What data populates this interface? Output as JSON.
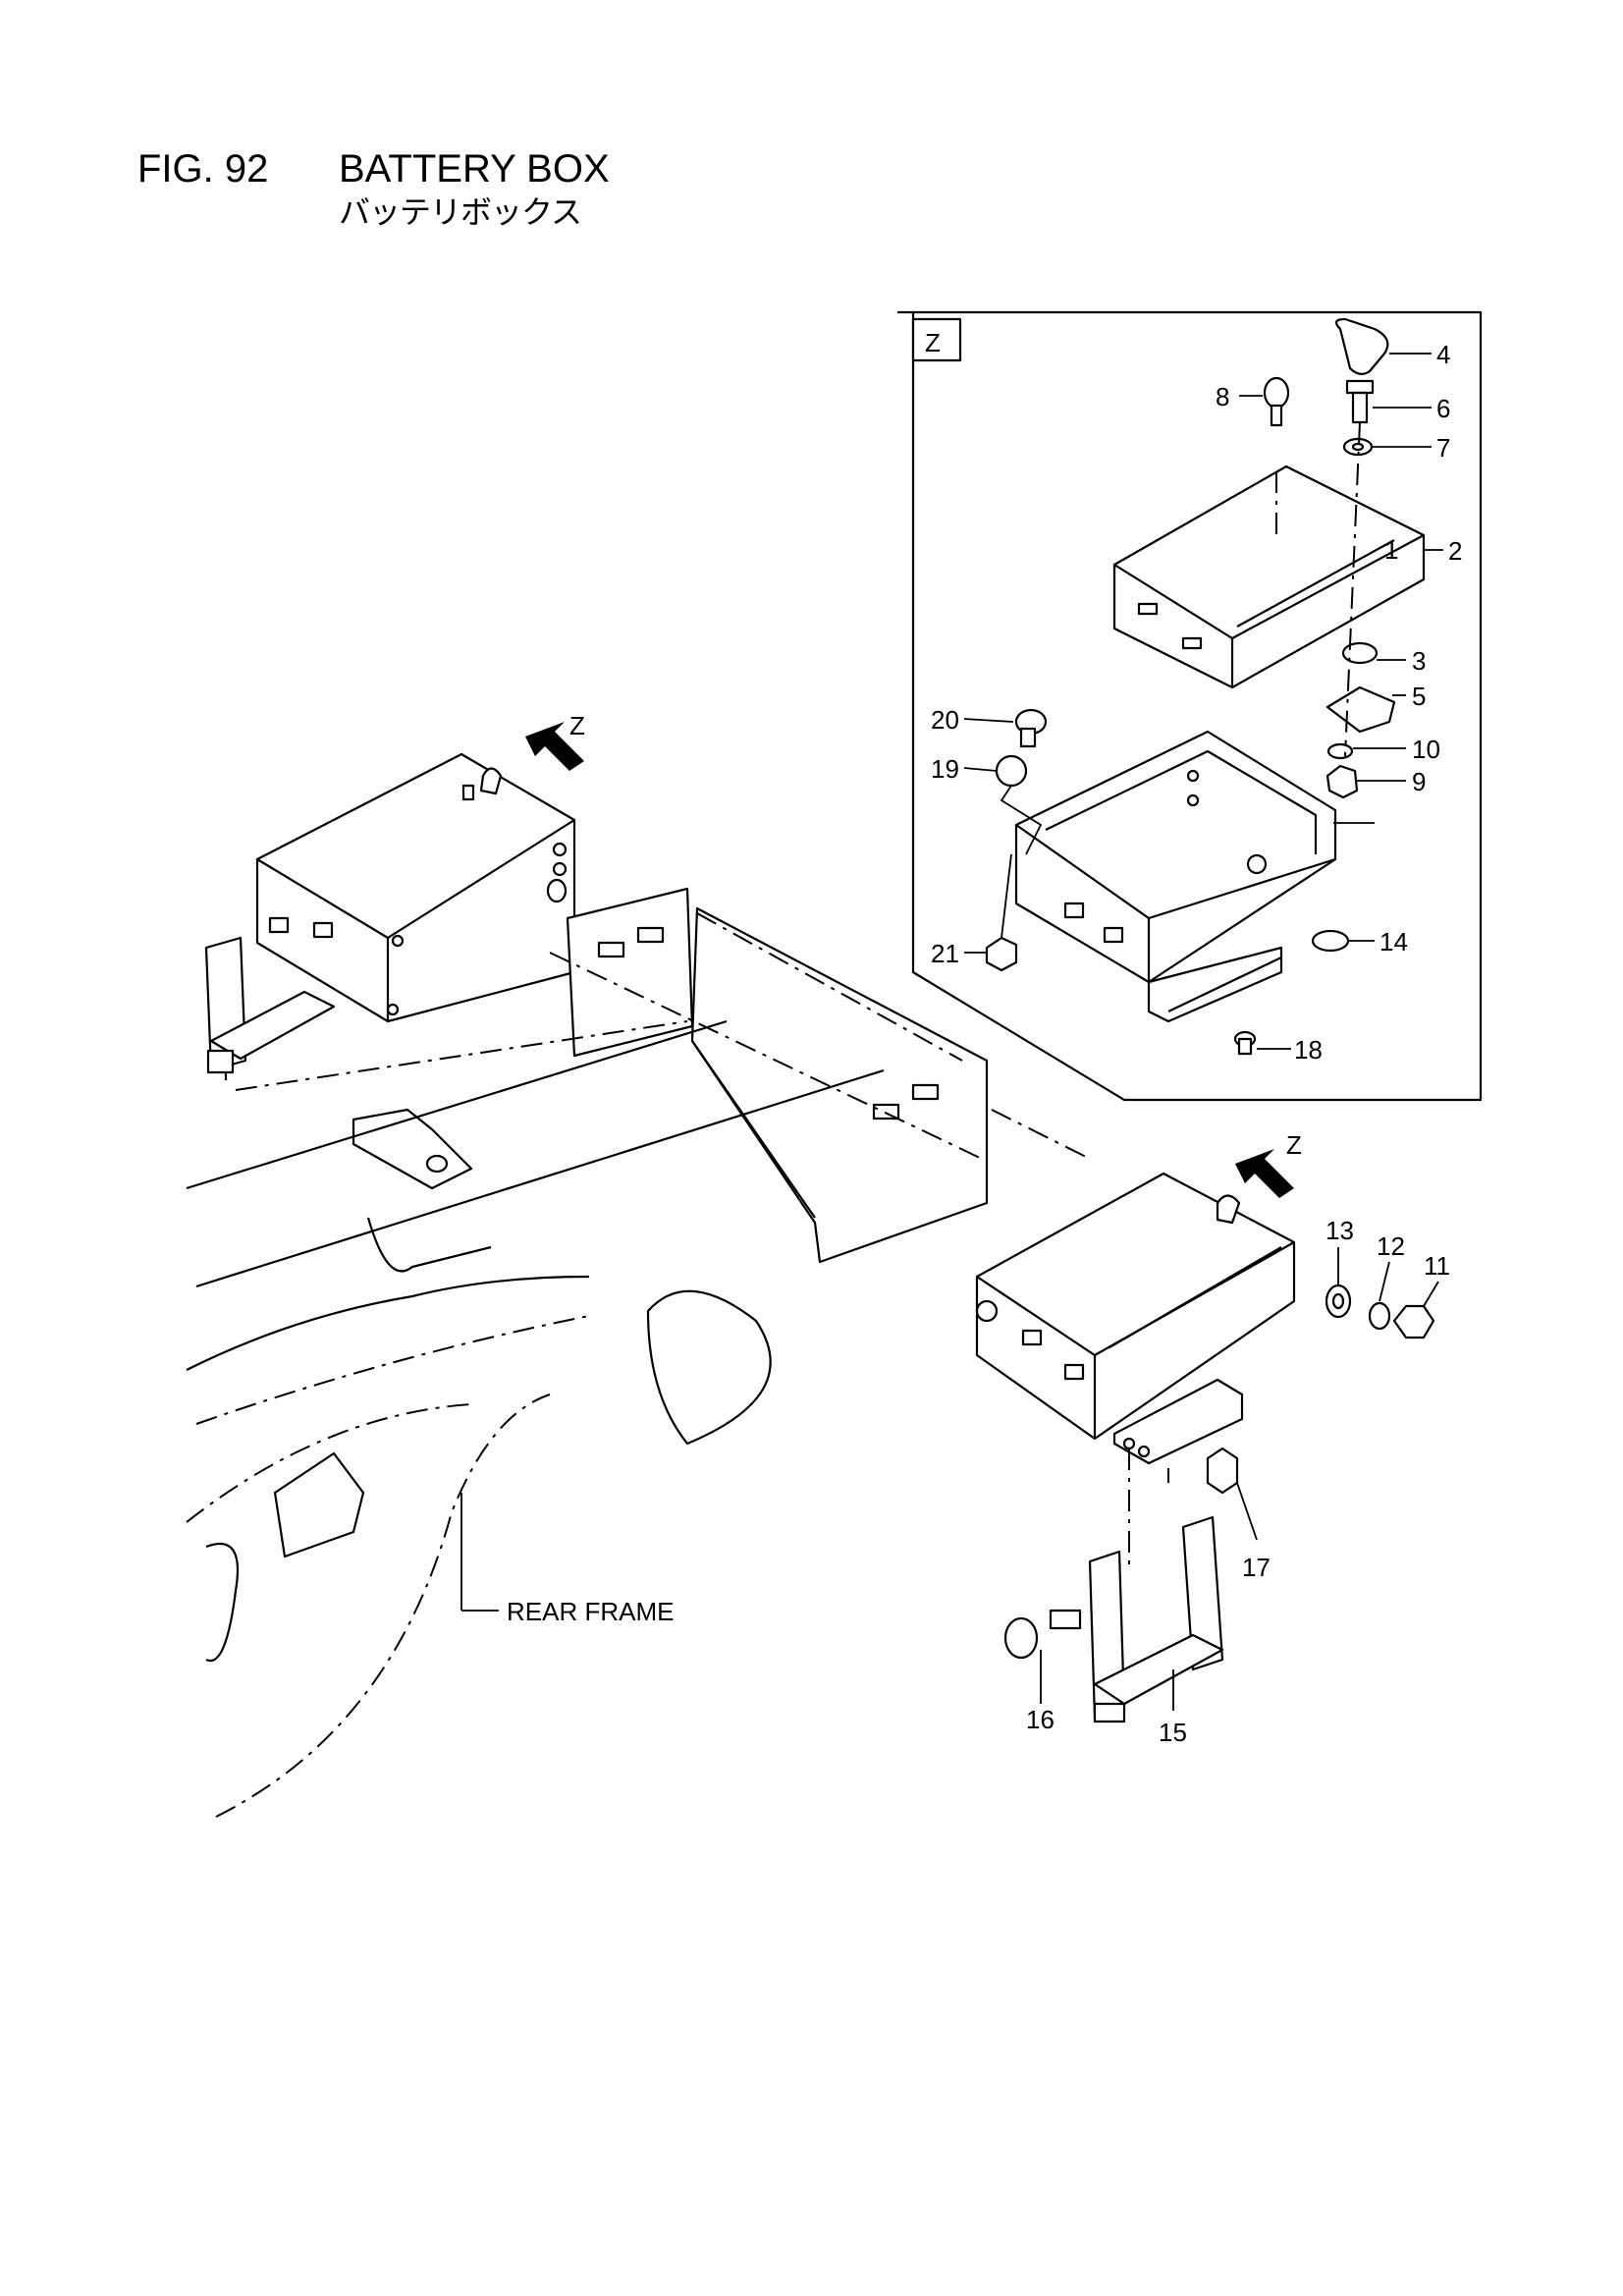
{
  "header": {
    "figure_number": "FIG. 92",
    "title": "BATTERY BOX",
    "title_jp": "バッテリボックス"
  },
  "detail": {
    "label": "Z"
  },
  "view_markers": [
    {
      "label": "Z"
    },
    {
      "label": "Z"
    }
  ],
  "frame_label": "REAR FRAME",
  "callouts": [
    "1",
    "2",
    "3",
    "4",
    "5",
    "6",
    "7",
    "8",
    "9",
    "10",
    "11",
    "12",
    "13",
    "14",
    "15",
    "16",
    "17",
    "18",
    "19",
    "20",
    "21"
  ]
}
